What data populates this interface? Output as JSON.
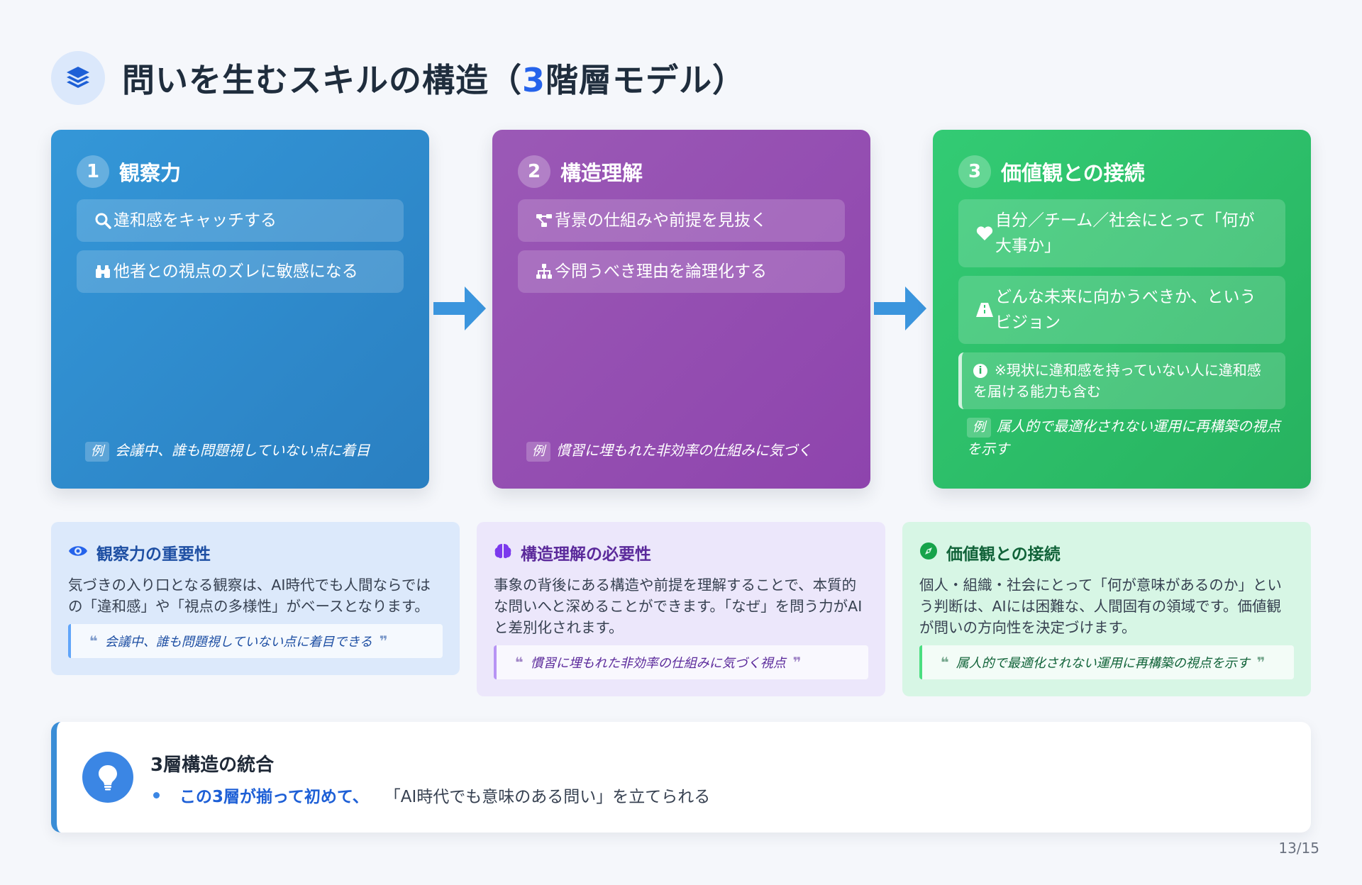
{
  "header": {
    "title_before": "問いを生むスキルの構造（",
    "title_accent": "3",
    "title_after": "階層モデル）",
    "icon": "layers-icon",
    "accent_color": "#2563eb"
  },
  "cards": [
    {
      "number": "1",
      "title": "観察力",
      "color": "#3497d8",
      "items": [
        {
          "icon": "search-icon",
          "text": "違和感をキャッチする"
        },
        {
          "icon": "binoculars-icon",
          "text": "他者との視点のズレに敏感になる"
        }
      ],
      "example_tag": "例",
      "example": "会議中、誰も問題視していない点に着目"
    },
    {
      "number": "2",
      "title": "構造理解",
      "color": "#9b59b6",
      "items": [
        {
          "icon": "project-diagram-icon",
          "text": "背景の仕組みや前提を見抜く"
        },
        {
          "icon": "sitemap-icon",
          "text": "今問うべき理由を論理化する"
        }
      ],
      "example_tag": "例",
      "example": "慣習に埋もれた非効率の仕組みに気づく"
    },
    {
      "number": "3",
      "title": "価値観との接続",
      "color": "#33cb74",
      "items": [
        {
          "icon": "heart-icon",
          "text": "自分／チーム／社会にとって「何が大事か」"
        },
        {
          "icon": "road-icon",
          "text": "どんな未来に向かうべきか、というビジョン"
        }
      ],
      "note_icon": "info-icon",
      "note": "※現状に違和感を持っていない人に違和感を届ける能力も含む",
      "example_tag": "例",
      "example": "属人的で最適化されない運用に再構築の視点を示す"
    }
  ],
  "details": [
    {
      "icon": "eye-icon",
      "title": "観察力の重要性",
      "body": "気づきの入り口となる観察は、AI時代でも人間ならではの「違和感」や「視点の多様性」がベースとなります。",
      "quote": "会議中、誰も問題視していない点に着目できる",
      "color": "#1e4fa3"
    },
    {
      "icon": "brain-icon",
      "title": "構造理解の必要性",
      "body": "事象の背後にある構造や前提を理解することで、本質的な問いへと深めることができます。「なぜ」を問う力がAIと差別化されます。",
      "quote": "慣習に埋もれた非効率の仕組みに気づく視点",
      "color": "#7c3aed"
    },
    {
      "icon": "compass-icon",
      "title": "価値観との接続",
      "body": "個人・組織・社会にとって「何が意味があるのか」という判断は、AIには困難な、人間固有の領域です。価値観が問いの方向性を決定づけます。",
      "quote": "属人的で最適化されない運用に再構築の視点を示す",
      "color": "#16a34a"
    }
  ],
  "summary": {
    "icon": "lightbulb-icon",
    "title": "3層構造の統合",
    "strong": "この3層が揃って初めて、",
    "text": "「AI時代でも意味のある問い」を立てられる"
  },
  "page_number": "13/15"
}
